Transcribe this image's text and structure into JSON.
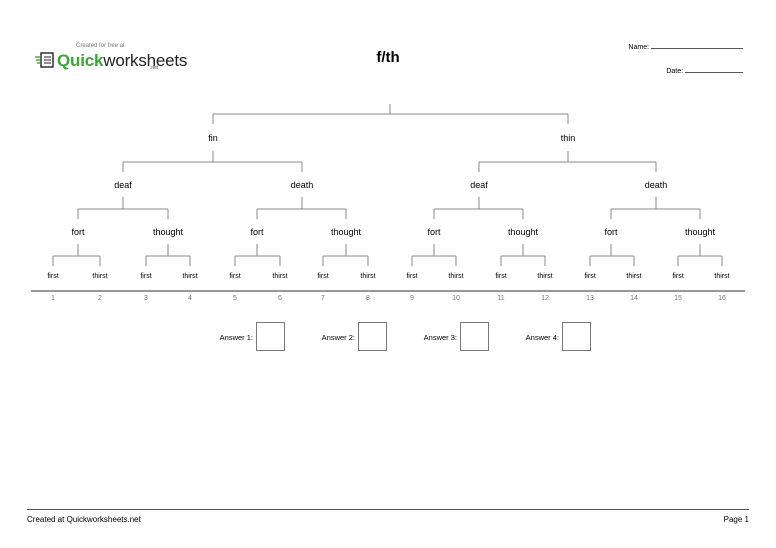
{
  "header": {
    "created_for_free": "Created for free at",
    "logo_quick": "Quick",
    "logo_worksheets": "worksheets",
    "logo_net": ".net",
    "title": "f/th",
    "name_label": "Name:",
    "date_label": "Date:"
  },
  "tree": {
    "level1": [
      "fin",
      "thin"
    ],
    "level2": [
      "deaf",
      "death",
      "deaf",
      "death"
    ],
    "level3": [
      "fort",
      "thought",
      "fort",
      "thought",
      "fort",
      "thought",
      "fort",
      "thought"
    ],
    "level4": [
      "first",
      "thirst",
      "first",
      "thirst",
      "first",
      "thirst",
      "first",
      "thirst",
      "first",
      "thirst",
      "first",
      "thirst",
      "first",
      "thirst",
      "first",
      "thirst"
    ],
    "numbers": [
      "1",
      "2",
      "3",
      "4",
      "5",
      "6",
      "7",
      "8",
      "9",
      "10",
      "11",
      "12",
      "13",
      "14",
      "15",
      "16"
    ]
  },
  "answers": {
    "labels": [
      "Answer 1:",
      "Answer 2:",
      "Answer 3:",
      "Answer 4:"
    ]
  },
  "footer": {
    "left": "Created at Quickworksheets.net",
    "right": "Page 1"
  }
}
